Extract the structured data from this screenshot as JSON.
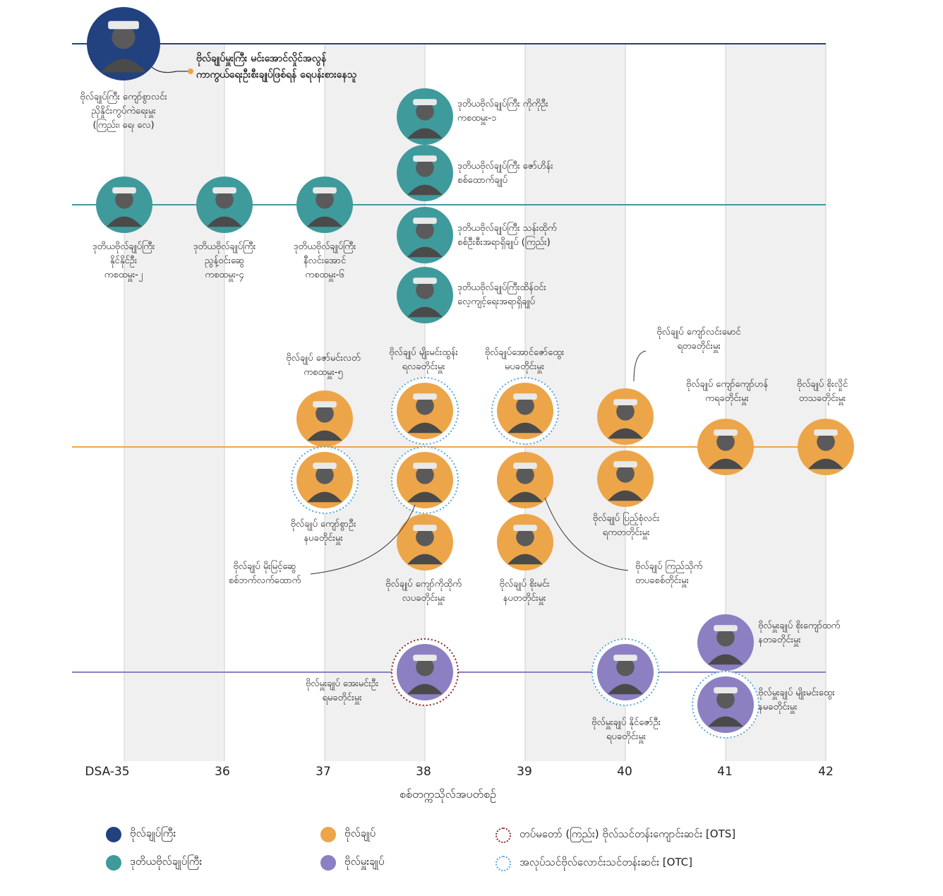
{
  "colors": {
    "navy": "#22417f",
    "teal": "#3f9a9c",
    "orange": "#eda54a",
    "purple": "#8c80c3",
    "ots_ring": "#8b2323",
    "otc_ring": "#55a6dd",
    "band": "#f0f0f0"
  },
  "axis": {
    "title": "စစ်တက္ကသိုလ်အပတ်စဉ်",
    "ticks": [
      "DSA-35",
      "36",
      "37",
      "38",
      "39",
      "40",
      "41",
      "42"
    ]
  },
  "callout": {
    "line1": "ဗိုလ်ချုပ်မှူးကြီး မင်းအောင်လှိုင်အလွန်",
    "line2": "ကာကွယ်ရေးဦးစီးချုပ်ဖြစ်ရန် ရေပန်းစားနေသူ"
  },
  "people": [
    {
      "id": "kyaw-swar-lin",
      "rank": "navy",
      "ring": "none",
      "lines": [
        "ဗိုလ်ချုပ်ကြီး ကျော်စွာလင်း",
        "ညှိနှိုင်းကွပ်ကဲရေးမှူး",
        "(ကြည်း၊ ရေ၊ လေ)"
      ]
    },
    {
      "id": "nyo-saw",
      "rank": "teal",
      "ring": "none",
      "lines": [
        "ဒုတိယဗိုလ်ချုပ်ကြီး",
        "နိုင်နိုင်ဦး",
        "ကစထမှူး-၂"
      ]
    },
    {
      "id": "nyunt-win-swe",
      "rank": "teal",
      "ring": "none",
      "lines": [
        "ဒုတိယဗိုလ်ချုပ်ကြီး",
        "ညွန့်ဝင်းဆွေ",
        "ကစထမှူး-၄"
      ]
    },
    {
      "id": "nay-lin-aung",
      "rank": "teal",
      "ring": "none",
      "lines": [
        "ဒုတိယဗိုလ်ချုပ်ကြီး",
        "နီလင်းအောင်",
        "ကစထမှူး-၆"
      ]
    },
    {
      "id": "ko-ko-oo",
      "rank": "teal",
      "ring": "none",
      "lines": [
        "ဒုတိယဗိုလ်ချုပ်ကြီး ကိုကိုဦး",
        "ကစထမှူး-၁"
      ]
    },
    {
      "id": "zaw-hein",
      "rank": "teal",
      "ring": "none",
      "lines": [
        "ဒုတိယဗိုလ်ချုပ်ကြီး ဇော်ဟိန်း",
        "စစ်ထောက်ချုပ်"
      ]
    },
    {
      "id": "than-htike",
      "rank": "teal",
      "ring": "none",
      "lines": [
        "ဒုတိယဗိုလ်ချုပ်ကြီး သန်းထိုက်",
        "စစ်ဦးစီးအရာရှိချုပ် (ကြည်း)"
      ]
    },
    {
      "id": "htein-win",
      "rank": "teal",
      "ring": "none",
      "lines": [
        "ဒုတိယဗိုလ်ချုပ်ကြီးထိန်ဝင်း",
        "လေ့ကျင့်ရေးအရာရှိချုပ်"
      ]
    },
    {
      "id": "zaw-min-latt",
      "rank": "orange",
      "ring": "none",
      "lines": [
        "ဗိုလ်ချုပ် ဇော်မင်းလတ်",
        "ကစထမှူး-၅"
      ]
    },
    {
      "id": "myo-min-htun",
      "rank": "orange",
      "ring": "otc",
      "lines": [
        "ဗိုလ်ချုပ် မျိုးမင်းထွန်း",
        "ရလခတိုင်းမှူး"
      ]
    },
    {
      "id": "aung-zaw-htwe",
      "rank": "orange",
      "ring": "otc",
      "lines": [
        "ဗိုလ်ချုပ်အောင်ဇော်ထွေး",
        "မပခတိုင်းမှူး"
      ]
    },
    {
      "id": "kyaw-lin-maung",
      "rank": "orange",
      "ring": "none",
      "lines": [
        "ဗိုလ်ချုပ် ကျော်လင်းမောင်",
        "ရတခတိုင်းမှူး"
      ]
    },
    {
      "id": "kyaw-kyaw-han",
      "rank": "orange",
      "ring": "none",
      "lines": [
        "ဗိုလ်ချုပ် ကျော်ကျော်ဟန်",
        "ကရခတိုင်းမှူး"
      ]
    },
    {
      "id": "soe-hlaing",
      "rank": "orange",
      "ring": "none",
      "lines": [
        "ဗိုလ်ချုပ် စိုးလှိုင်",
        "တသခတိုင်းမှူး"
      ]
    },
    {
      "id": "kyaw-swar-oo",
      "rank": "orange",
      "ring": "otc",
      "lines": [
        "ဗိုလ်ချုပ် ကျော်စွာဦး",
        "နပခတိုင်းမှူး"
      ]
    },
    {
      "id": "moe-myint-swe",
      "rank": "orange",
      "ring": "otc",
      "lines": [
        "ဗိုလ်ချုပ် မိုးမြင့်ဆွေ",
        "စစ်ဘက်လက်ထောက်"
      ]
    },
    {
      "id": "kyaw-ko-htike",
      "rank": "orange",
      "ring": "none",
      "lines": [
        "ဗိုလ်ချုပ် ကျော်ကိုထိုက်",
        "လပခတိုင်းမှူး"
      ]
    },
    {
      "id": "soe-min",
      "rank": "orange",
      "ring": "none",
      "lines": [
        "ဗိုလ်ချုပ် စိုးမင်း",
        "နပတတိုင်းမှူး"
      ]
    },
    {
      "id": "kyi-thike",
      "rank": "orange",
      "ring": "none",
      "lines": [
        "ဗိုလ်ချုပ် ကြည်သိုက်",
        "တပခစစ်တိုင်းမှူး"
      ]
    },
    {
      "id": "pyi-soe-lin",
      "rank": "orange",
      "ring": "none",
      "lines": [
        "ဗိုလ်ချုပ် ပြည့်စုံလင်း",
        "ရကတတိုင်းမှူး"
      ]
    },
    {
      "id": "aye-min-oo",
      "rank": "purple",
      "ring": "ots",
      "lines": [
        "ဗိုလ်မှူးချုပ် အေးမင်းဦး",
        "ရမခတိုင်းမှူး"
      ]
    },
    {
      "id": "naing-zaw-oo",
      "rank": "purple",
      "ring": "otc",
      "lines": [
        "ဗိုလ်မှူးချုပ် နိုင်ဇော်ဦး",
        "ရပခတိုင်းမှူး"
      ]
    },
    {
      "id": "soe-kyaw-htet",
      "rank": "purple",
      "ring": "none",
      "lines": [
        "ဗိုလ်မှူးချုပ် စိုးကျော်ထက်",
        "နတခတိုင်းမှူး"
      ]
    },
    {
      "id": "myo-min-htwe",
      "rank": "purple",
      "ring": "otc",
      "lines": [
        "ဗိုလ်မှူးချုပ် မျိုးမင်းထွေး",
        "နမခတိုင်းမှူး"
      ]
    }
  ],
  "legend": [
    {
      "kind": "dot",
      "color": "navy",
      "label": "ဗိုလ်ချုပ်ကြီး"
    },
    {
      "kind": "dot",
      "color": "teal",
      "label": "ဒုတိယဗိုလ်ချုပ်ကြီး"
    },
    {
      "kind": "dot",
      "color": "orange",
      "label": "ဗိုလ်ချုပ်"
    },
    {
      "kind": "dot",
      "color": "purple",
      "label": "ဗိုလ်မှူးချုပ်"
    },
    {
      "kind": "ring",
      "color": "ots_ring",
      "label": "တပ်မတော် (ကြည်း) ဗိုလ်သင်တန်းကျောင်းဆင်း [OTS]"
    },
    {
      "kind": "ring",
      "color": "otc_ring",
      "label": "အလုပ်သင်ဗိုလ်လောင်းသင်တန်းဆင်း [OTC]"
    }
  ]
}
